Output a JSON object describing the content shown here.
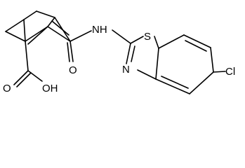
{
  "labels": {
    "oxygen_carbonyl_amide": "O",
    "amide_nh": "NH",
    "sulfur": "S",
    "thiazole_nitrogen": "N",
    "chlorine": "Cl",
    "acid_oxygen": "O",
    "acid_hydroxyl": "OH"
  }
}
